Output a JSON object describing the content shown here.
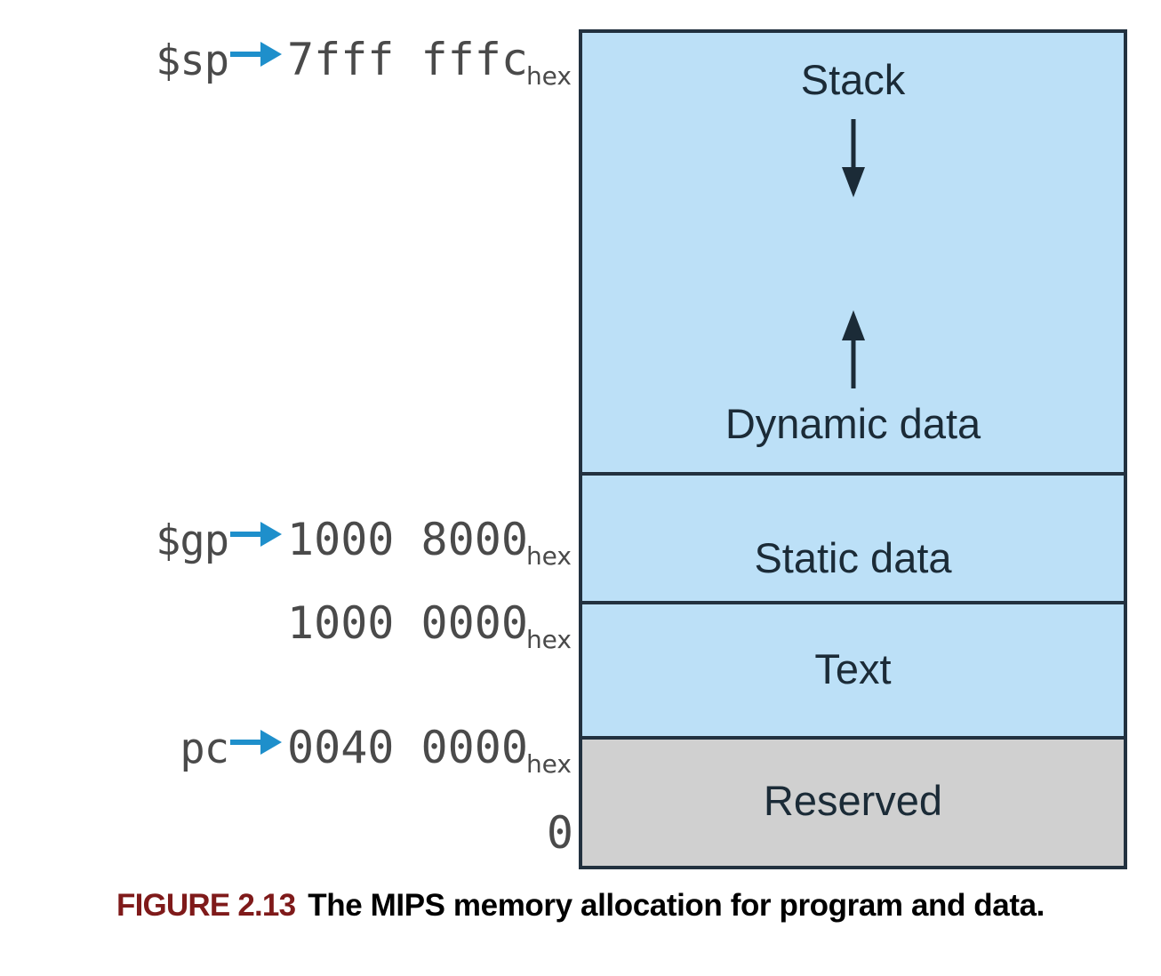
{
  "figure": {
    "number_label": "FIGURE 2.13",
    "caption_text": "The MIPS memory allocation for program and data.",
    "number_color": "#7f1a1a",
    "caption_color": "#000000"
  },
  "colors": {
    "segment_blue": "#bce0f7",
    "segment_gray": "#d0d0d0",
    "border": "#22313f",
    "pointer_arrow": "#1e8fcb",
    "address_text": "#4a4a4a",
    "segment_label_text": "#1b2b37"
  },
  "address_labels": [
    {
      "register": "$sp",
      "has_arrow": true,
      "value": "7fff fffc",
      "subscript": "hex"
    },
    {
      "register": "$gp",
      "has_arrow": true,
      "value": "1000 8000",
      "subscript": "hex"
    },
    {
      "register": "",
      "has_arrow": false,
      "value": "1000 0000",
      "subscript": "hex"
    },
    {
      "register": "pc",
      "has_arrow": true,
      "value": "0040 0000",
      "subscript": "hex"
    },
    {
      "register": "",
      "has_arrow": false,
      "value": "0",
      "subscript": ""
    }
  ],
  "memory_map": {
    "segments": [
      {
        "name": "stack-dynamic",
        "top_label": "Stack",
        "bottom_label": "Dynamic data",
        "fill": "#bce0f7",
        "has_down_arrow": true,
        "has_up_arrow": true
      },
      {
        "name": "static-data",
        "label": "Static data",
        "fill": "#bce0f7"
      },
      {
        "name": "text",
        "label": "Text",
        "fill": "#bce0f7"
      },
      {
        "name": "reserved",
        "label": "Reserved",
        "fill": "#d0d0d0"
      }
    ]
  }
}
